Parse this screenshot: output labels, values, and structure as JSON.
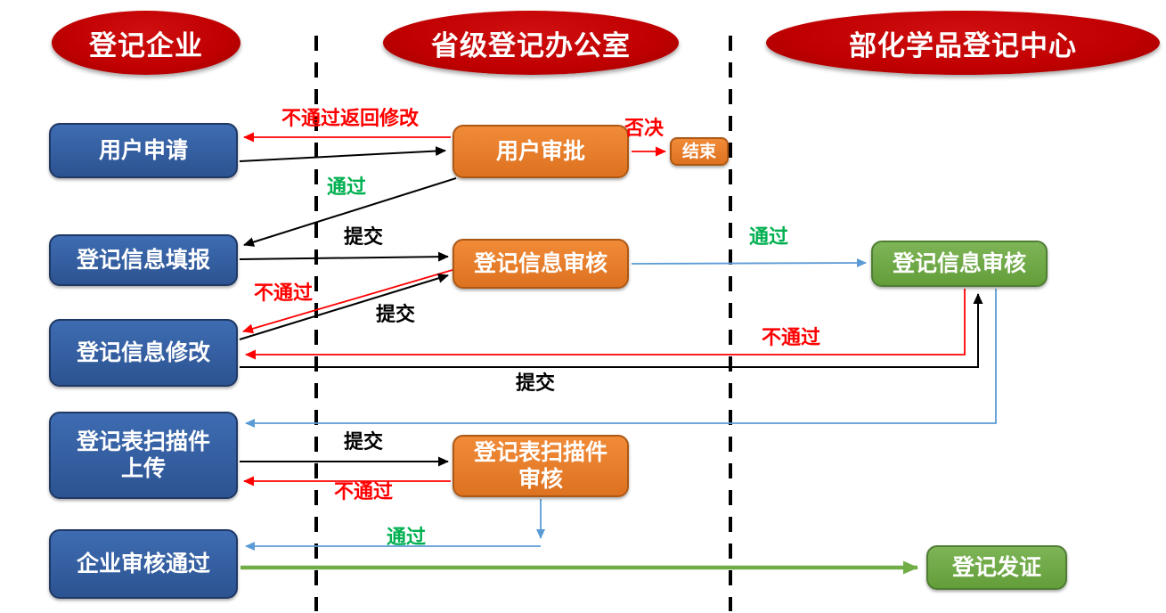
{
  "lanes": {
    "enterprise": "登记企业",
    "province_office": "省级登记办公室",
    "ministry_center": "部化学品登记中心"
  },
  "nodes": {
    "user_apply": "用户申请",
    "info_fill": "登记信息填报",
    "info_modify": "登记信息修改",
    "scan_upload": "登记表扫描件\n上传",
    "enterprise_approved": "企业审核通过",
    "user_approval": "用户审批",
    "end": "结束",
    "province_info_review": "登记信息审核",
    "scan_review": "登记表扫描件\n审核",
    "ministry_info_review": "登记信息审核",
    "issue_license": "登记发证"
  },
  "edge_labels": {
    "return_revise": "不通过返回修改",
    "veto": "否决",
    "pass_user": "通过",
    "submit_info": "提交",
    "fail_info": "不通过",
    "resubmit_info": "提交",
    "pass_province": "通过",
    "fail_ministry": "不通过",
    "submit_ministry": "提交",
    "submit_scan": "提交",
    "fail_scan": "不通过",
    "pass_scan": "通过"
  },
  "colors": {
    "lane_header_red": "#C00000",
    "enterprise_blue": "#2F5597",
    "office_orange": "#ED7D31",
    "ministry_green": "#70AD47",
    "pass_green": "#00B050",
    "fail_red": "#FF0000",
    "connector_blue": "#5B9BD5",
    "connector_black": "#000000"
  }
}
